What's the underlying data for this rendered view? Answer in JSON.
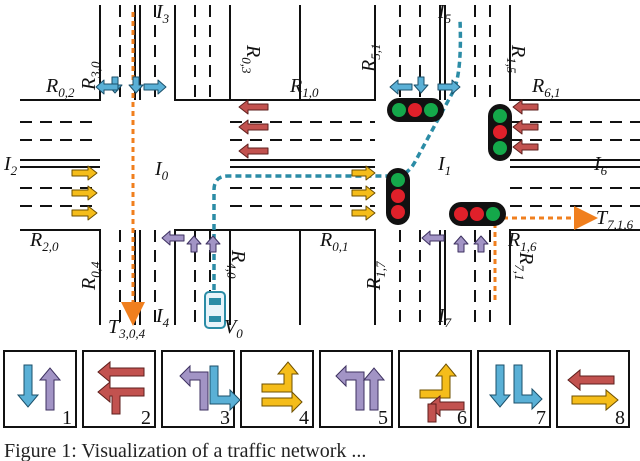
{
  "intersections": {
    "I0": "I",
    "I0_sub": "0",
    "I1": "I",
    "I1_sub": "1",
    "I2": "I",
    "I2_sub": "2",
    "I3": "I",
    "I3_sub": "3",
    "I4": "I",
    "I4_sub": "4",
    "I5": "I",
    "I5_sub": "5",
    "I6": "I",
    "I6_sub": "6",
    "I7": "I",
    "I7_sub": "7"
  },
  "roads": {
    "r02": "R",
    "r02_sub": "0,2",
    "r30": "R",
    "r30_sub": "3,0",
    "r03": "R",
    "r03_sub": "0,3",
    "r10": "R",
    "r10_sub": "1,0",
    "r51": "R",
    "r51_sub": "5,1",
    "r15": "R",
    "r15_sub": "1,5",
    "r61": "R",
    "r61_sub": "6,1",
    "r20": "R",
    "r20_sub": "2,0",
    "r04": "R",
    "r04_sub": "0,4",
    "r40": "R",
    "r40_sub": "4,0",
    "r01": "R",
    "r01_sub": "0,1",
    "r17": "R",
    "r17_sub": "1,7",
    "r16": "R",
    "r16_sub": "1,6",
    "r71": "R",
    "r71_sub": "7,1"
  },
  "targets": {
    "t304": "T",
    "t304_sub": "3,0,4",
    "t716": "T",
    "t716_sub": "7,1,6"
  },
  "vehicle": {
    "label": "V",
    "sub": "0"
  },
  "phases": [
    "1",
    "2",
    "3",
    "4",
    "5",
    "6",
    "7",
    "8"
  ],
  "caption": "Figure 1: Visualization of a traffic network ..."
}
